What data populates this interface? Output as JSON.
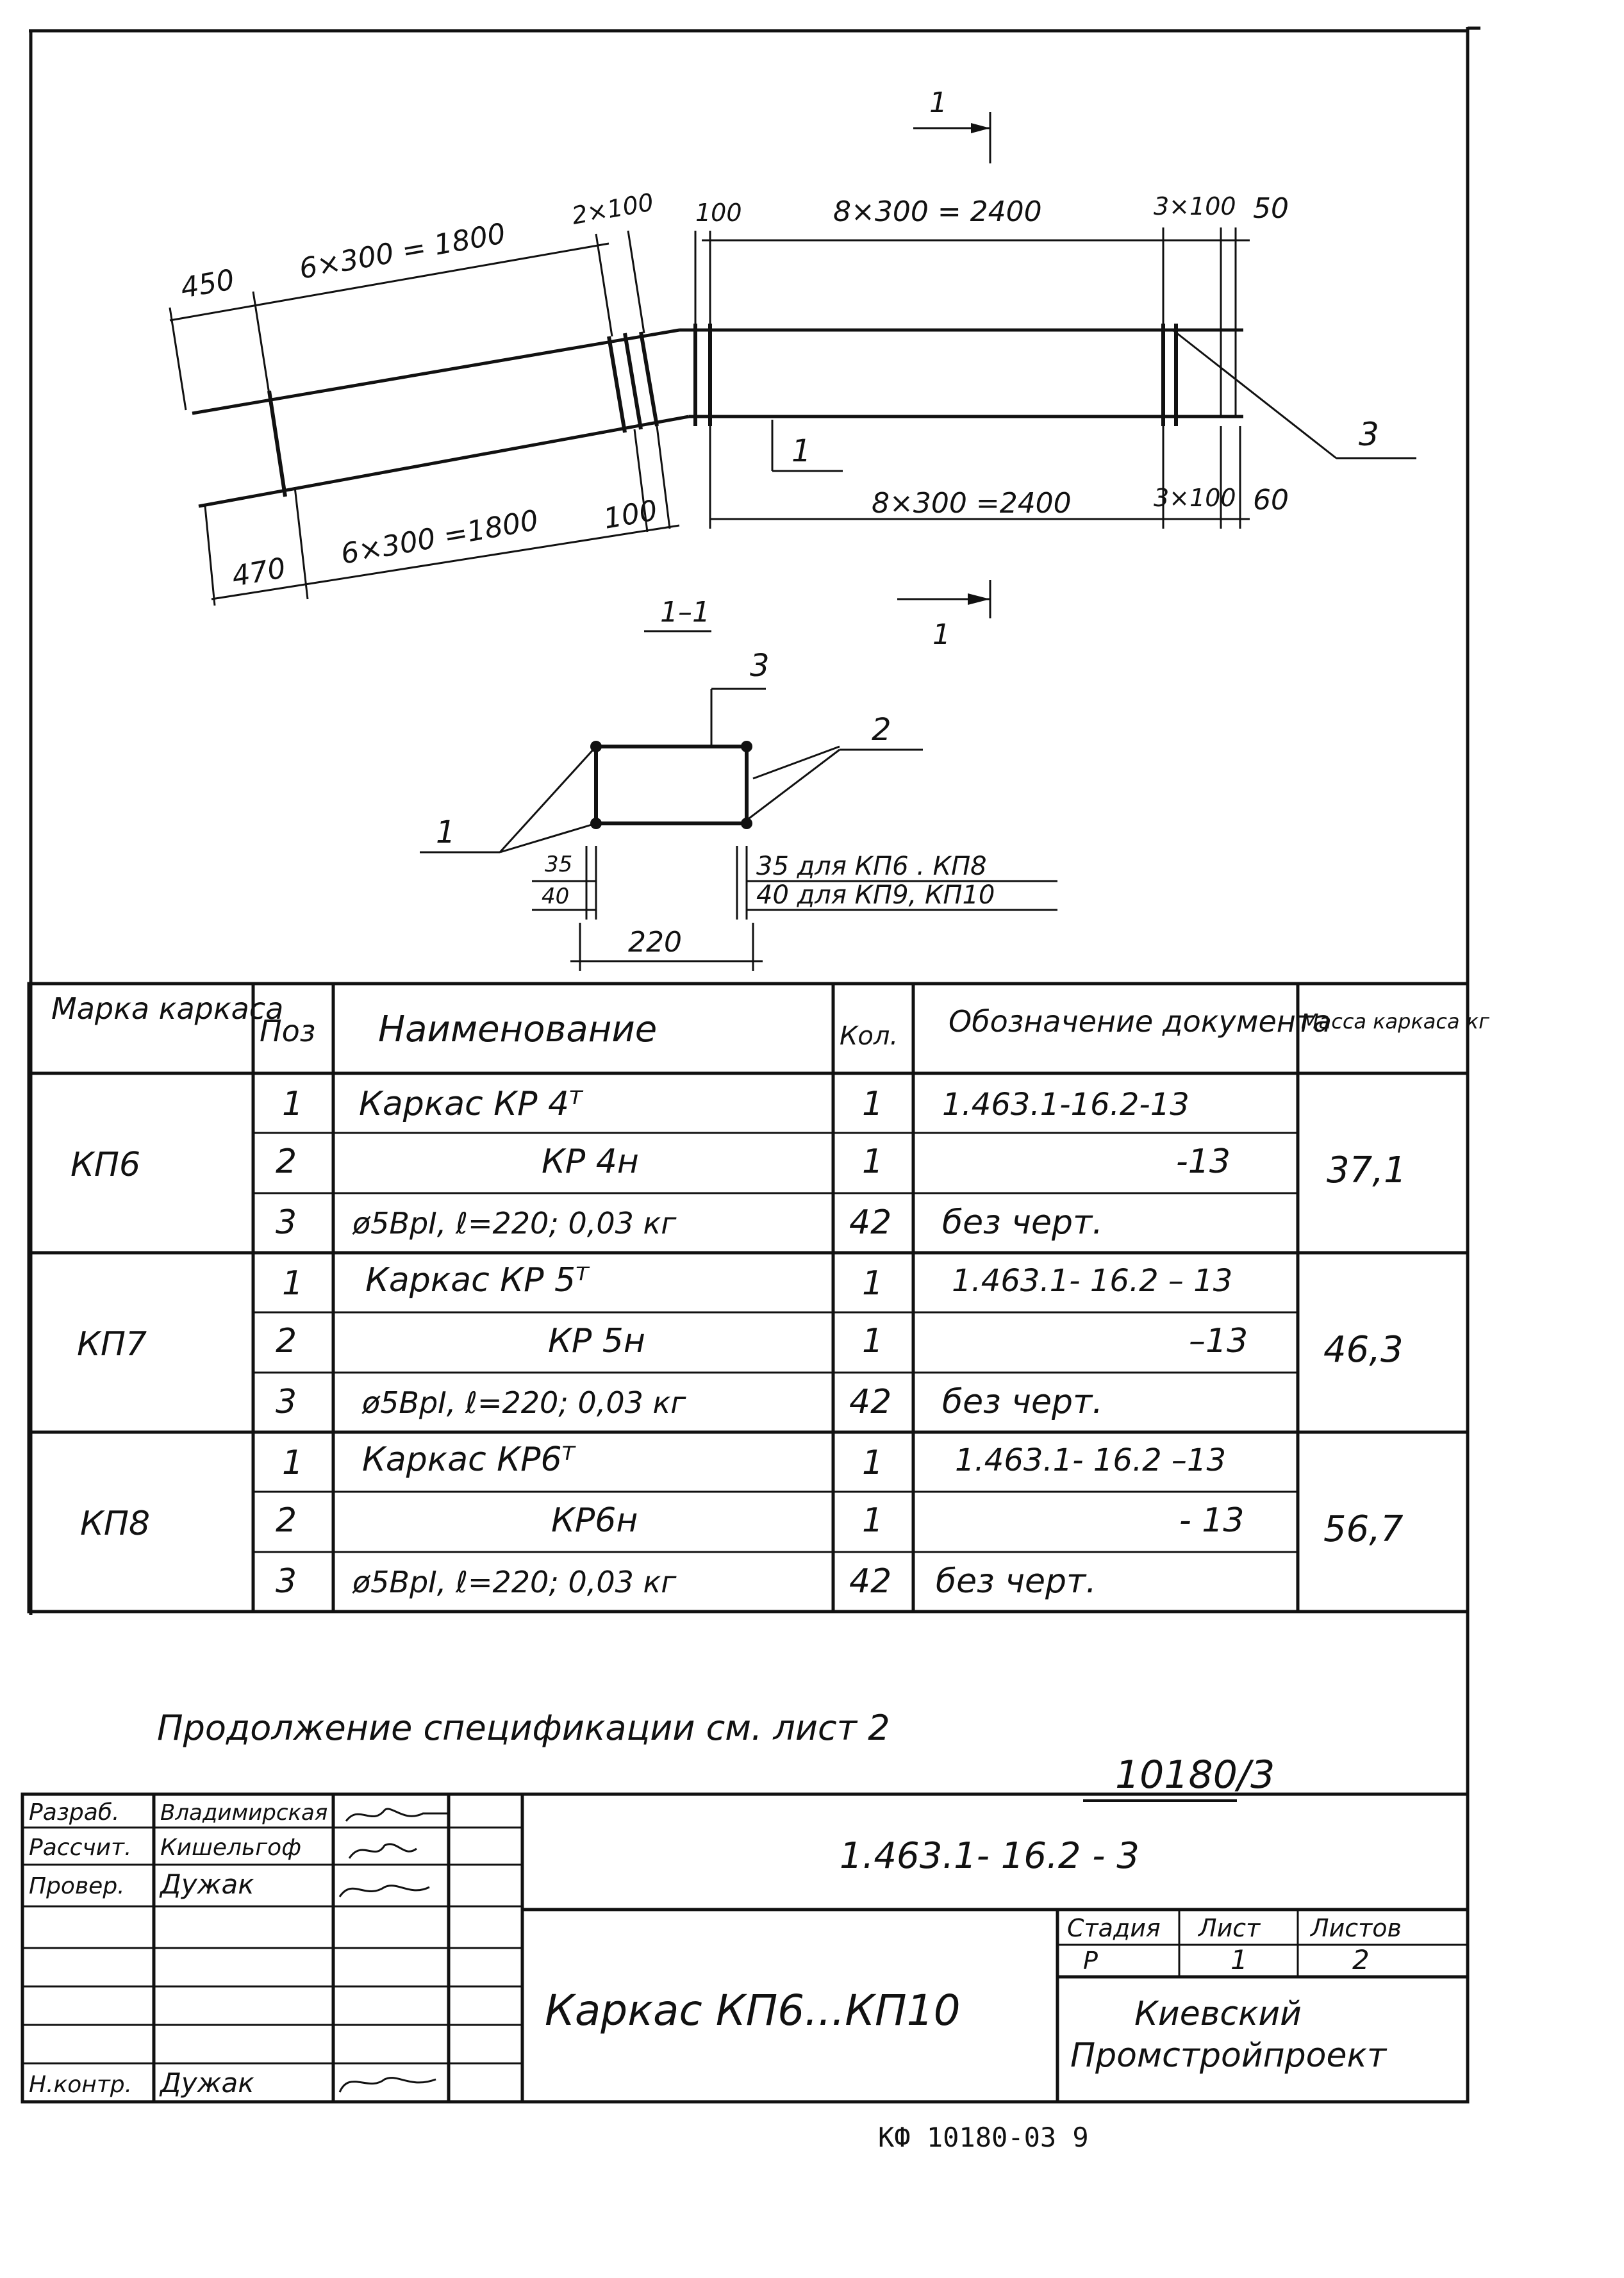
{
  "drawing": {
    "section_mark_top": "1",
    "section_mark_bottom": "1",
    "dims_left_top": {
      "d1": "450",
      "d2": "6×300 = 1800",
      "d3": "2×100"
    },
    "dims_left_bottom": {
      "d1": "470",
      "d2": "6×300 =1800",
      "d3": "100"
    },
    "dims_right_top": {
      "d1": "100",
      "d2": "8×300 = 2400",
      "d3": "3×100",
      "d4": "50"
    },
    "dims_right_bottom": {
      "d1": "8×300 =2400",
      "d2": "3×100",
      "d3": "60"
    },
    "callout_1": "1",
    "callout_3": "3",
    "section_title": "1–1",
    "section_callout_1": "1",
    "section_callout_2": "2",
    "section_callout_3": "3",
    "section_dim_35": "35",
    "section_dim_40": "40",
    "section_dim_220": "220",
    "section_note_1": "35 для КП6 . КП8",
    "section_note_2": "40 для КП9, КП10"
  },
  "spec_table": {
    "headers": {
      "mark": "Марка каркаса",
      "pos": "Поз",
      "name": "Наименование",
      "qty": "Кол.",
      "doc": "Обозначение документа",
      "mass": "Масса каркаса кг"
    },
    "groups": [
      {
        "mark": "КП6",
        "mass": "37,1",
        "rows": [
          {
            "pos": "1",
            "name": "Каркас КР 4ᵀ",
            "qty": "1",
            "doc": "1.463.1-16.2-13"
          },
          {
            "pos": "2",
            "name": "КР 4н",
            "qty": "1",
            "doc": "-13"
          },
          {
            "pos": "3",
            "name": "ø5ВрI, ℓ=220; 0,03 кг",
            "qty": "42",
            "doc": "без черт."
          }
        ]
      },
      {
        "mark": "КП7",
        "mass": "46,3",
        "rows": [
          {
            "pos": "1",
            "name": "Каркас КР 5ᵀ",
            "qty": "1",
            "doc": "1.463.1- 16.2 – 13"
          },
          {
            "pos": "2",
            "name": "КР 5н",
            "qty": "1",
            "doc": "–13"
          },
          {
            "pos": "3",
            "name": "ø5ВрI, ℓ=220; 0,03 кг",
            "qty": "42",
            "doc": "без черт."
          }
        ]
      },
      {
        "mark": "КП8",
        "mass": "56,7",
        "rows": [
          {
            "pos": "1",
            "name": "Каркас КР6ᵀ",
            "qty": "1",
            "doc": "1.463.1- 16.2 –13"
          },
          {
            "pos": "2",
            "name": "КР6н",
            "qty": "1",
            "doc": "- 13"
          },
          {
            "pos": "3",
            "name": "ø5ВрI, ℓ=220; 0,03 кг",
            "qty": "42",
            "doc": "без черт."
          }
        ]
      }
    ]
  },
  "continuation_note": "Продолжение спецификации см. лист 2",
  "archive_number": "10180/3",
  "title_block": {
    "roles": [
      "Разраб.",
      "Рассчит.",
      "Провер.",
      "",
      "",
      "",
      "Н.контр."
    ],
    "names": [
      "Владимирская",
      "Кишельгоф",
      "Дужак",
      "",
      "",
      "",
      "Дужак"
    ],
    "designation": "1.463.1- 16.2 - 3",
    "title": "Каркас КП6...КП10",
    "stage_label": "Стадия",
    "sheet_label": "Лист",
    "sheets_label": "Листов",
    "stage": "Р",
    "sheet": "1",
    "sheets": "2",
    "organization_line1": "Киевский",
    "organization_line2": "Промстройпроект"
  },
  "footer_code": "КФ 10180-03   9"
}
